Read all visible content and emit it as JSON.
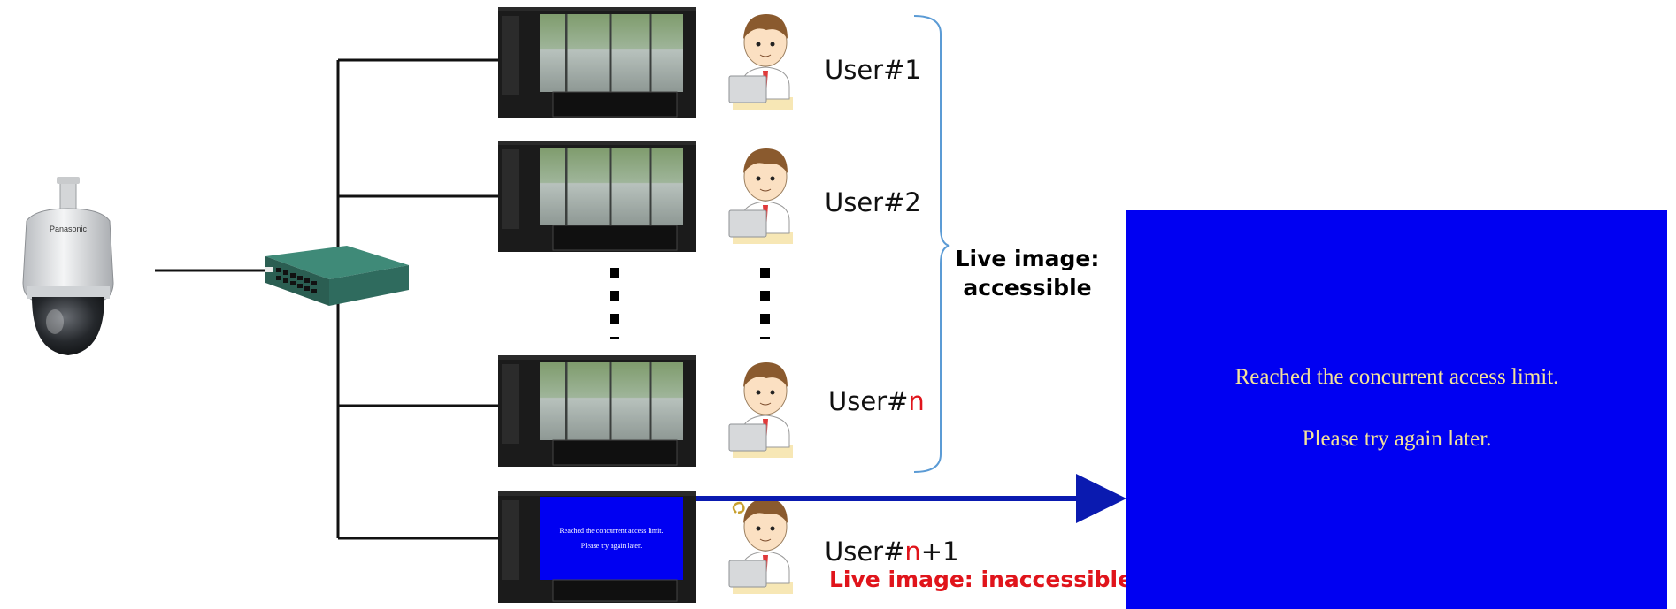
{
  "users": [
    {
      "prefix": "User#",
      "suffix": "1",
      "suffix_color": "#111111",
      "tail": ""
    },
    {
      "prefix": "User#",
      "suffix": "2",
      "suffix_color": "#111111",
      "tail": ""
    },
    {
      "prefix": "User#",
      "suffix": "n",
      "suffix_color": "#e0141b",
      "tail": ""
    },
    {
      "prefix": "User#",
      "suffix": "n",
      "suffix_color": "#e0141b",
      "tail": "+1"
    }
  ],
  "accessible_label": {
    "line1": "Live image:",
    "line2": "accessible"
  },
  "inaccessible_label": "Live image: inaccessible",
  "error_screen": {
    "line1": "Reached the concurrent access limit.",
    "line2": "Please try again later.",
    "background": "#0000f2",
    "text_color": "#f3e29a"
  },
  "camera_brand": "Panasonic",
  "colors": {
    "accent_red": "#e0141b",
    "arrow_blue": "#0a1ab0",
    "brace_blue": "#5b9bd5",
    "switch_green": "#2f6b5e"
  }
}
